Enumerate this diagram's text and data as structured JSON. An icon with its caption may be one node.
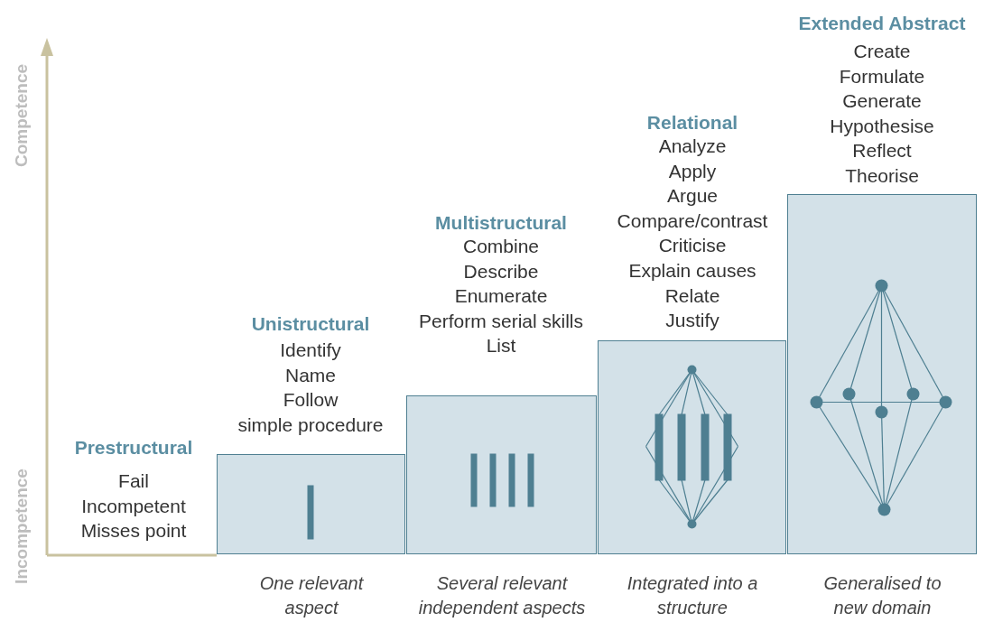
{
  "diagram": {
    "nodes": [
      {
        "text": [
          "Prestructural",
          "Fail",
          "Incompetent",
          "Misses point"
        ]
      },
      {
        "text": [
          "Unistructural",
          "Identify",
          "Name",
          "Follow",
          "simple procedure"
        ]
      },
      {
        "text": [],
        "shape": "box",
        "beside": [
          "One relevant aspect"
        ]
      },
      {
        "text": [
          "Multistructural",
          "Combine",
          "Describe",
          "Enumerate",
          "Perform serial skills",
          "List"
        ]
      },
      {
        "text": [],
        "shape": "box",
        "beside": [
          "Several relevant independent aspects"
        ]
      },
      {
        "text": [
          "Relational",
          "Analyze",
          "Apply",
          "Argue",
          "Compare/contrast",
          "Criticise",
          "Explain causes",
          "Relate",
          "Justify"
        ]
      },
      {
        "text": [],
        "shape": "box",
        "beside": [
          "Integrated into a structure"
        ]
      },
      {
        "text": [
          "Extended Abstract",
          "Create",
          "Formulate",
          "Generate",
          "Hypothesise",
          "Reflect",
          "Theorise"
        ]
      },
      {
        "text": [],
        "shape": "box",
        "beside": [
          "Generalised to new domain"
        ]
      }
    ],
    "labels": [
      "Competence",
      "Incompetence"
    ]
  }
}
